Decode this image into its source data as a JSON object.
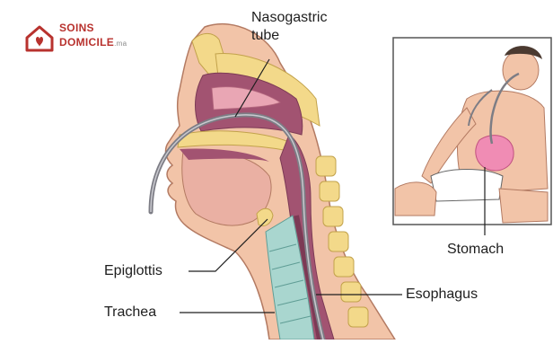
{
  "logo": {
    "line1": "SOINS",
    "line2": "DOMICILE",
    "suffix": ".ma",
    "icon": "house-heart-icon",
    "color": "#b8322e"
  },
  "labels": {
    "nasogastric_tube": [
      "Nasogastric",
      "tube"
    ],
    "epiglottis": "Epiglottis",
    "trachea": "Trachea",
    "esophagus": "Esophagus",
    "stomach": "Stomach"
  },
  "colors": {
    "skin": "#f2c4a8",
    "bone": "#f3d98a",
    "mucosa": "#a25371",
    "cavity": "#e9a6b4",
    "trachea": "#a9d6cf",
    "tube": "#7d7d85",
    "stomach": "#f08cb4"
  }
}
